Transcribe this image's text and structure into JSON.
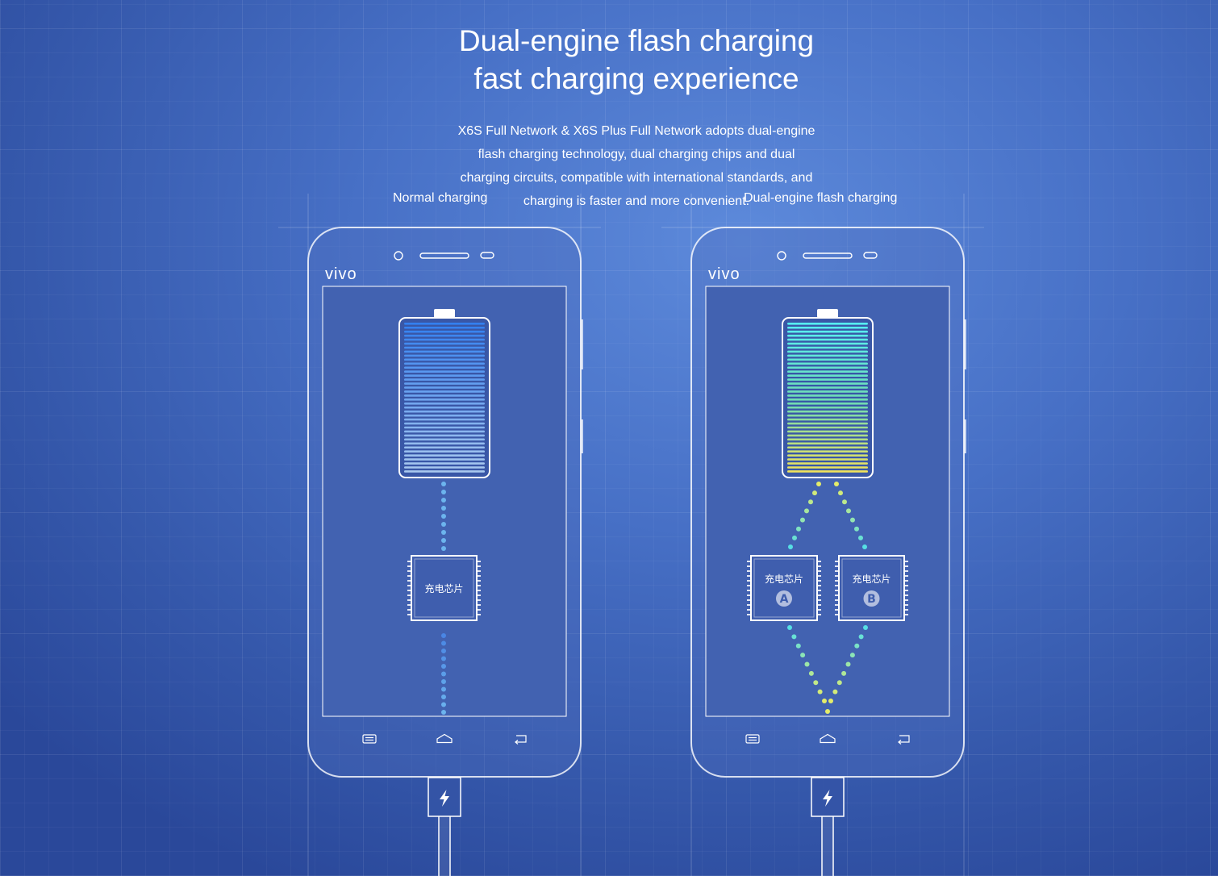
{
  "page": {
    "title_lines": [
      "Dual-engine flash charging",
      "fast charging experience"
    ],
    "description_lines": [
      "X6S Full Network & X6S Plus Full Network adopts dual-engine",
      "flash charging technology, dual charging chips and dual",
      "charging circuits, compatible with international standards, and",
      "charging is faster and more convenient."
    ],
    "labels": {
      "normal": "Normal charging",
      "dual": "Dual-engine flash charging"
    }
  },
  "phones": [
    {
      "brand": "vivo",
      "chips": [
        {
          "label": "充电芯片"
        }
      ]
    },
    {
      "brand": "vivo",
      "chips": [
        {
          "label": "充电芯片",
          "badge": "A"
        },
        {
          "label": "充电芯片",
          "badge": "B"
        }
      ]
    }
  ],
  "colors": {
    "background": "#3a62b8",
    "normal_battery_top": "#3380f0",
    "normal_battery_bottom": "#a9c9ef",
    "normal_current": "#6cb4ee",
    "normal_current_dim": "#4a86e4",
    "flash_battery_top": "#56eef2",
    "flash_battery_middle": "#72dcb0",
    "flash_battery_bottom": "#f0e35c",
    "flash_current_yellow": "#e4ec6a",
    "flash_current_cyan": "#56dfe4"
  },
  "icons": {
    "camera": "camera-icon",
    "earpiece": "earpiece-icon",
    "sensor": "sensor-icon",
    "menu_key": "menu-key-icon",
    "home_key": "home-key-icon",
    "back_key": "back-key-icon",
    "charging": "lightning-icon"
  }
}
